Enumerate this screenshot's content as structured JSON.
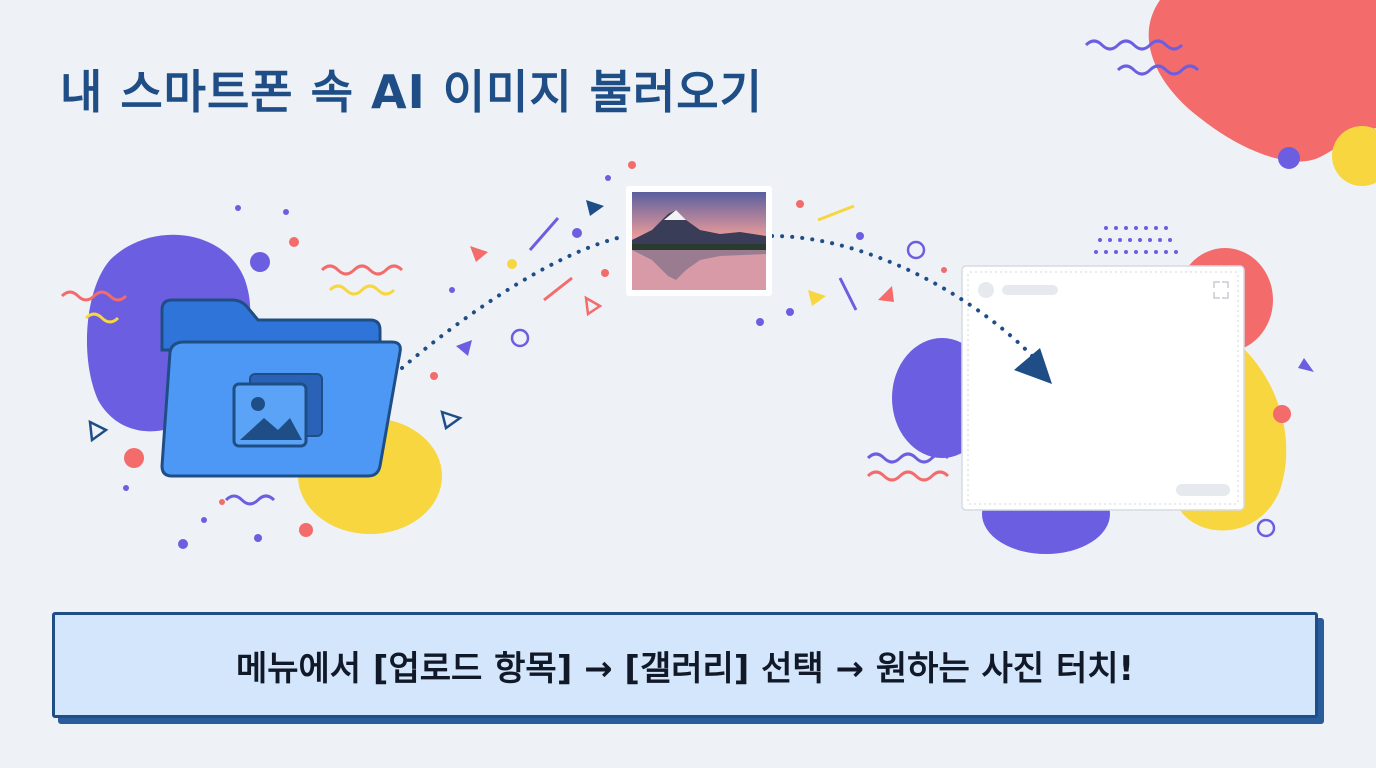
{
  "title": "내 스마트폰 속 AI 이미지 불러오기",
  "instruction": "메뉴에서 [업로드 항목] → [갤러리] 선택 → 원하는 사진 터치!",
  "icons": {
    "source": "image-folder-icon",
    "item": "landscape-photo-thumbnail",
    "target": "blank-upload-window",
    "path": "dotted-arrow-path"
  },
  "colors": {
    "title": "#1f4e86",
    "folder": "#3d8bf0",
    "folder_outline": "#1f4e86",
    "instruction_bg": "#d3e6fb",
    "instruction_border": "#1f4e86",
    "accent_purple": "#6b5ee0",
    "accent_yellow": "#f7d640",
    "accent_red": "#f36b6b"
  }
}
